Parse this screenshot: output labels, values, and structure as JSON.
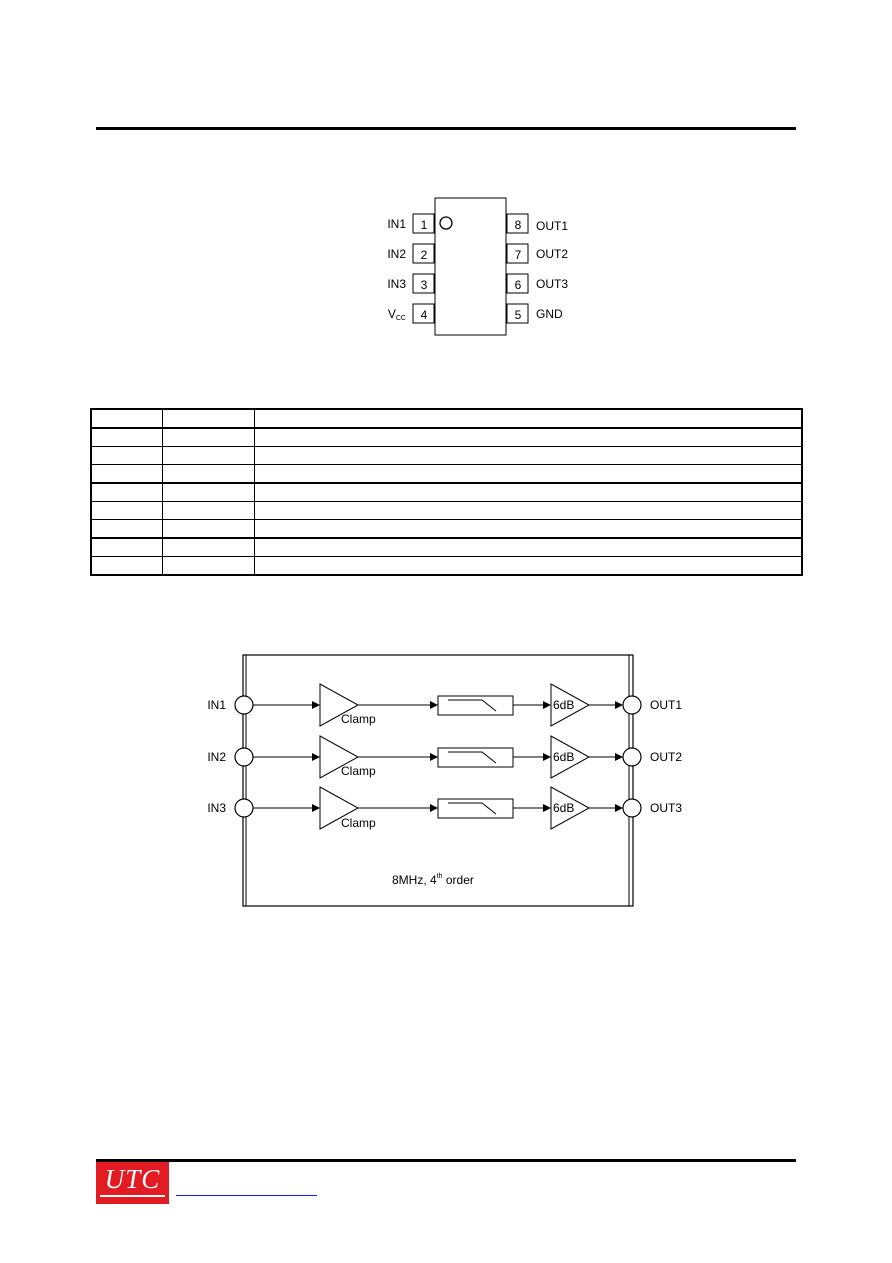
{
  "package": {
    "left_pins": [
      {
        "name": "IN1",
        "num": "1"
      },
      {
        "name": "IN2",
        "num": "2"
      },
      {
        "name": "IN3",
        "num": "3"
      },
      {
        "name_main": "V",
        "name_sub": "CC",
        "num": "4"
      }
    ],
    "right_pins": [
      {
        "name": "OUT1",
        "num": "8"
      },
      {
        "name": "OUT2",
        "num": "7"
      },
      {
        "name": "OUT3",
        "num": "6"
      },
      {
        "name": "GND",
        "num": "5"
      }
    ]
  },
  "block": {
    "channels": [
      {
        "in": "IN1",
        "out": "OUT1",
        "clamp": "Clamp",
        "gain": "6dB"
      },
      {
        "in": "IN2",
        "out": "OUT2",
        "clamp": "Clamp",
        "gain": "6dB"
      },
      {
        "in": "IN3",
        "out": "OUT3",
        "clamp": "Clamp",
        "gain": "6dB"
      }
    ],
    "filter_note_main": "8MHz, 4",
    "filter_note_sup": "th",
    "filter_note_end": " order"
  },
  "footer": {
    "logo_text": "UTC"
  },
  "colors": {
    "logo_red": "#e31b23",
    "link_blue": "#1a1aff"
  }
}
